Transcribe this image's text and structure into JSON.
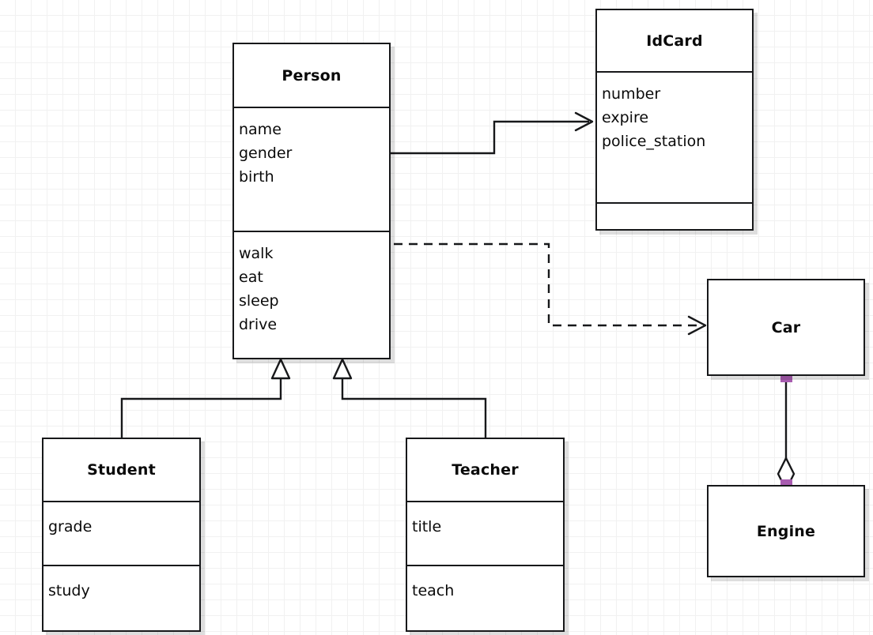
{
  "diagram": {
    "type": "uml-class-diagram",
    "background": {
      "color": "#ffffff",
      "grid_color": "#f1f1f1",
      "grid_size": 20
    },
    "style": {
      "border_color": "#17181a",
      "text_color": "#0a0a0a",
      "shadow_color": "rgba(0,0,0,0.13)",
      "selection_handle_color": "#a85cb0"
    }
  },
  "classes": {
    "person": {
      "name": "Person",
      "attributes": [
        "name",
        "gender",
        "birth"
      ],
      "operations": [
        "walk",
        "eat",
        "sleep",
        "drive"
      ]
    },
    "idcard": {
      "name": "IdCard",
      "attributes": [
        "number",
        "expire",
        "police_station"
      ],
      "operations": []
    },
    "student": {
      "name": "Student",
      "attributes": [
        "grade"
      ],
      "operations": [
        "study"
      ]
    },
    "teacher": {
      "name": "Teacher",
      "attributes": [
        "title"
      ],
      "operations": [
        "teach"
      ]
    },
    "car": {
      "name": "Car",
      "attributes": [],
      "operations": []
    },
    "engine": {
      "name": "Engine",
      "attributes": [],
      "operations": []
    }
  },
  "relationships": [
    {
      "id": "person-idcard",
      "kind": "association",
      "from": "Person",
      "to": "IdCard",
      "line": "solid",
      "arrow": "open"
    },
    {
      "id": "person-car",
      "kind": "dependency",
      "from": "Person",
      "to": "Car",
      "line": "dashed",
      "arrow": "open"
    },
    {
      "id": "student-person",
      "kind": "generalization",
      "from": "Student",
      "to": "Person",
      "line": "solid",
      "arrow": "hollow-triangle"
    },
    {
      "id": "teacher-person",
      "kind": "generalization",
      "from": "Teacher",
      "to": "Person",
      "line": "solid",
      "arrow": "hollow-triangle"
    },
    {
      "id": "car-engine",
      "kind": "aggregation",
      "from": "Car",
      "to": "Engine",
      "line": "solid",
      "arrow": "hollow-diamond",
      "selected": true
    }
  ]
}
